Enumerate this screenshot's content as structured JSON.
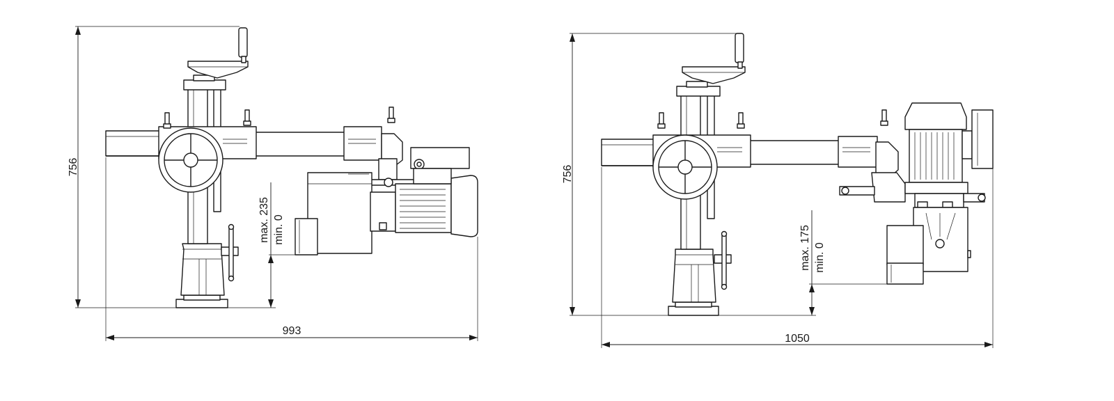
{
  "left_drawing": {
    "height_label": "756",
    "width_label": "993",
    "max_label": "max. 235",
    "min_label": "min. 0"
  },
  "right_drawing": {
    "height_label": "756",
    "width_label": "1050",
    "max_label": "max. 175",
    "min_label": "min. 0"
  },
  "colors": {
    "line": "#1a1a1a",
    "background": "#ffffff"
  },
  "icons": [
    "hand-crank-icon",
    "handwheel-icon",
    "motor-icon",
    "feed-roller-icon",
    "clamp-lever-icon"
  ]
}
